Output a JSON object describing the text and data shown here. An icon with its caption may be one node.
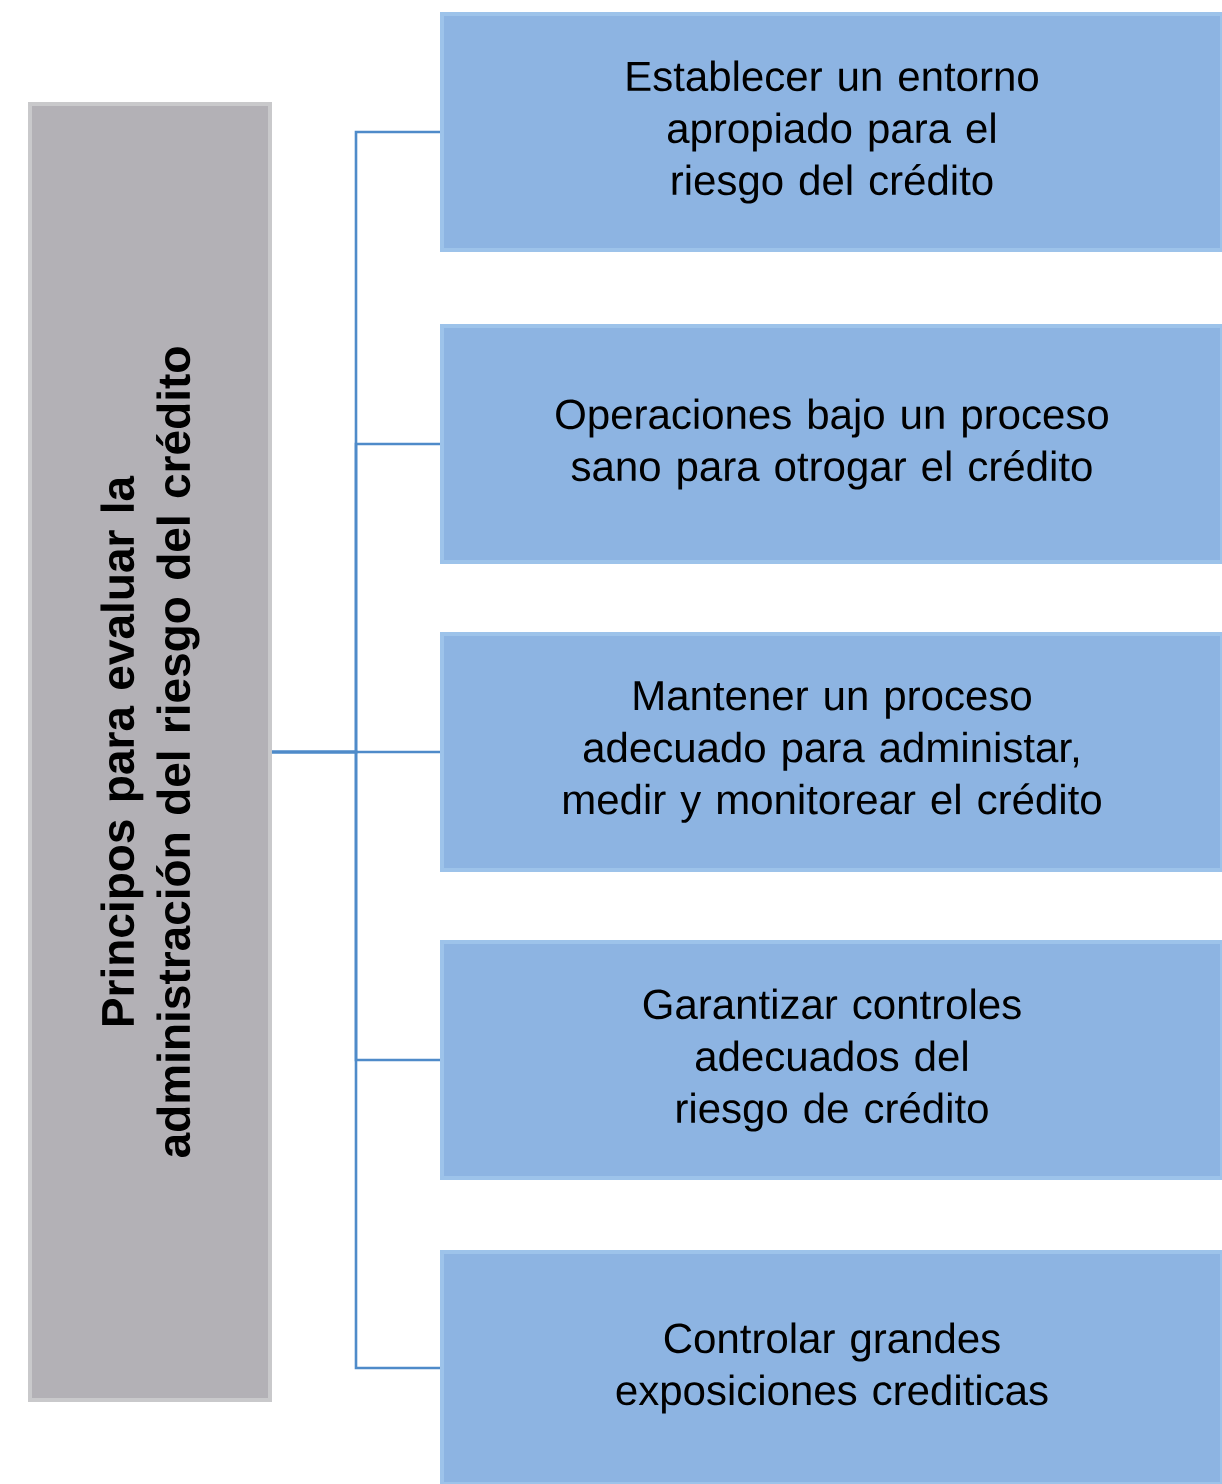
{
  "diagram": {
    "nodes": [
      {
        "text": [
          "Principos para evaluar la administración del riesgo del crédito"
        ]
      },
      {
        "text": [
          "Establecer un entorno apropiado para el riesgo del crédito"
        ]
      },
      {
        "text": [
          "Operaciones bajo un proceso sano para otrogar el crédito"
        ]
      },
      {
        "text": [
          "Mantener un proceso adecuado para administar, medir y monitorear el crédito"
        ]
      },
      {
        "text": [
          "Garantizar controles adecuados del riesgo de crédito"
        ]
      },
      {
        "text": [
          "Controlar grandes exposiciones crediticas"
        ]
      }
    ],
    "edges": [
      {
        "from": 0,
        "to": 1,
        "arrow": "none"
      },
      {
        "from": 0,
        "to": 2,
        "arrow": "none"
      },
      {
        "from": 0,
        "to": 3,
        "arrow": "none"
      },
      {
        "from": 0,
        "to": 4,
        "arrow": "none"
      },
      {
        "from": 0,
        "to": 5,
        "arrow": "none"
      }
    ]
  }
}
